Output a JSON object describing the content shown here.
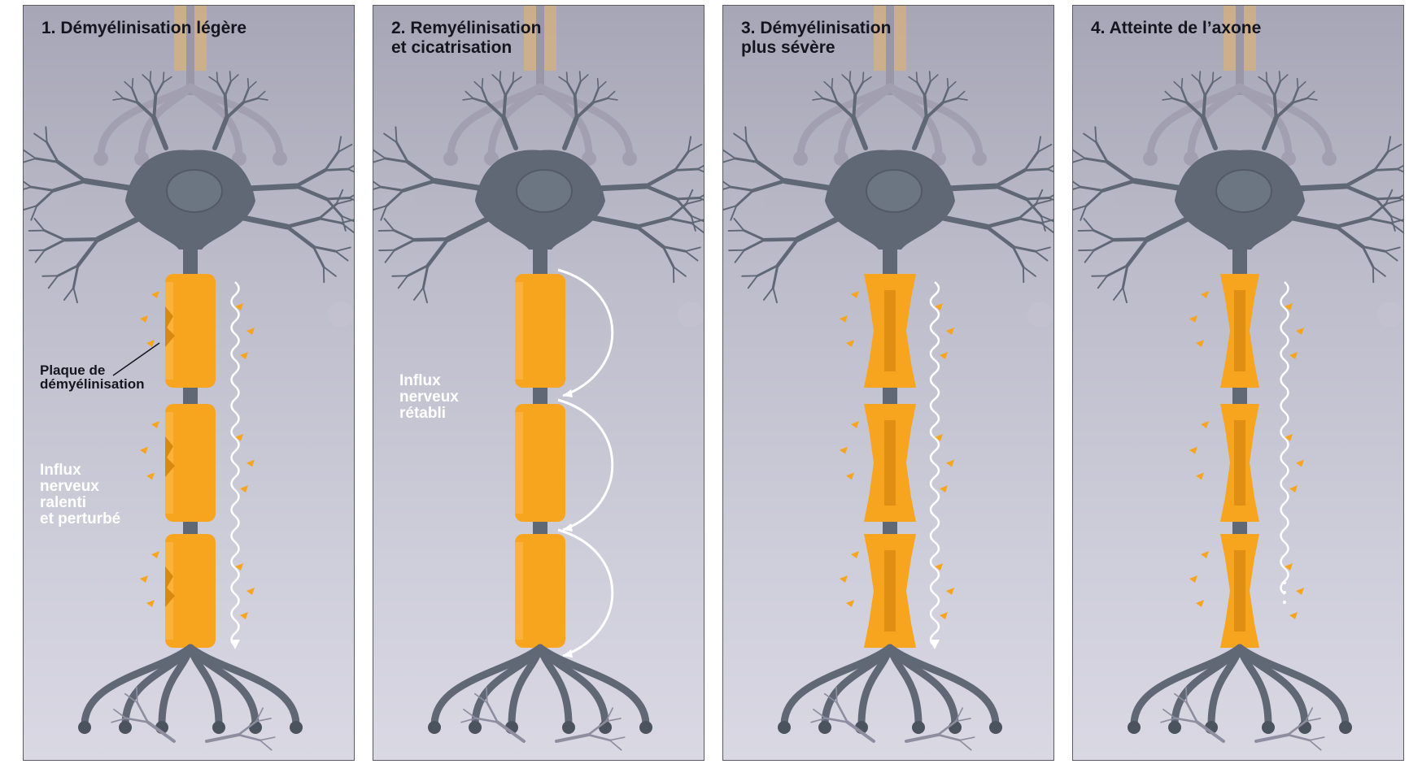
{
  "colors": {
    "myelin": "#f7a41e",
    "myelin_dark": "#d88a10",
    "neuron": "#5f6874",
    "background": "#c3c2d0",
    "border": "#5a5a63",
    "signal": "#ffffff"
  },
  "panels": [
    {
      "title": "1. Démyélinisation légère",
      "labels": [
        {
          "key": "plaque",
          "text": "Plaque de\ndémyélinisation"
        },
        {
          "key": "influx",
          "text": "Influx\nnerveux\nralenti\net perturbé"
        }
      ]
    },
    {
      "title": "2. Remyélinisation\n   et cicatrisation",
      "labels": [
        {
          "key": "influx",
          "text": "Influx\nnerveux\nrétabli"
        }
      ]
    },
    {
      "title": "3. Démyélinisation\n    plus sévère",
      "labels": []
    },
    {
      "title": "4. Atteinte de l’axone",
      "labels": []
    }
  ]
}
